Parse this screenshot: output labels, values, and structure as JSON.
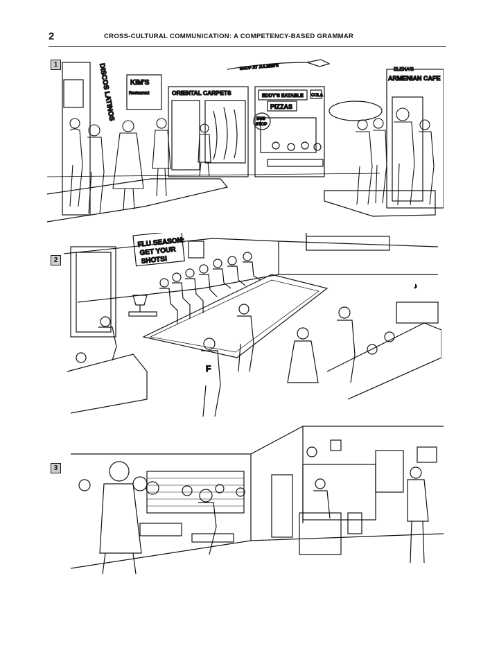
{
  "header": {
    "page_number": "2",
    "running_title": "CROSS-CULTURAL COMMUNICATION:  A COMPETENCY-BASED GRAMMAR"
  },
  "panels": [
    {
      "number": "1",
      "signs": {
        "kims": "KIM'S",
        "restaurant": "Restaurant",
        "oriental_carpets": "ORIENTAL  CARPETS",
        "eddys": "EDDY'S EATABLE",
        "pizzas": "PIZZAS",
        "cola": "COLA",
        "elenas": "ELENA'S",
        "armenian_cafe": "ARMENIAN CAFE",
        "bus_stop_1": "BUS",
        "bus_stop_2": "STOP",
        "banner": "SHOP AT JULEEE'S",
        "discos_latinos": "DISCOS LATINOS"
      }
    },
    {
      "number": "2",
      "signs": {
        "flu_1": "FLU SEASON:",
        "flu_2": "GET YOUR",
        "flu_3": "SHOTS!",
        "shirt_letter": "F"
      }
    },
    {
      "number": "3",
      "signs": {}
    }
  ]
}
